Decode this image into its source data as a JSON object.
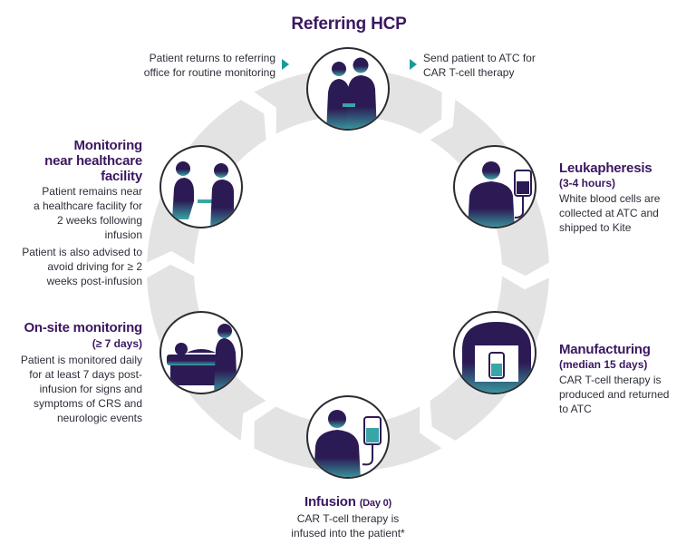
{
  "colors": {
    "title": "#3b1760",
    "text": "#2e2e3a",
    "ring": "#e3e3e3",
    "arrow": "#1a9aa0",
    "figure_dark": "#2c1a55",
    "figure_light": "#3aa5a6"
  },
  "referring": {
    "title": "Referring HCP",
    "left_lines": [
      "Patient returns to referring",
      "office for routine monitoring"
    ],
    "right_lines": [
      "Send patient to ATC for",
      "CAR T-cell therapy"
    ]
  },
  "leukapheresis": {
    "title": "Leukapheresis",
    "subtitle": "(3-4 hours)",
    "lines": [
      "White blood cells are",
      "collected at ATC and",
      "shipped to Kite"
    ]
  },
  "manufacturing": {
    "title": "Manufacturing",
    "subtitle": "(median 15 days)",
    "lines": [
      "CAR T-cell therapy is",
      "produced and returned",
      "to ATC"
    ]
  },
  "infusion": {
    "title": "Infusion",
    "subtitle": "(Day 0)",
    "lines": [
      "CAR T-cell therapy is",
      "infused into the patient*"
    ]
  },
  "onsite": {
    "title": "On-site monitoring",
    "subtitle": "(≥ 7 days)",
    "lines": [
      "Patient is monitored daily",
      "for at least 7 days post-",
      "infusion for signs and",
      "symptoms of CRS and",
      "neurologic events"
    ]
  },
  "near": {
    "title_lines": [
      "Monitoring",
      "near healthcare",
      "facility"
    ],
    "lines": [
      "Patient remains near",
      "a healthcare facility for",
      "2 weeks following",
      "infusion"
    ],
    "lines2": [
      "Patient is also advised to",
      "avoid driving for ≥ 2",
      "weeks post-infusion"
    ]
  },
  "icons": [
    "doctor-patient-icon",
    "leukapheresis-icon",
    "manufacturing-icon",
    "infusion-icon",
    "onsite-monitoring-icon",
    "caregiver-icon"
  ]
}
